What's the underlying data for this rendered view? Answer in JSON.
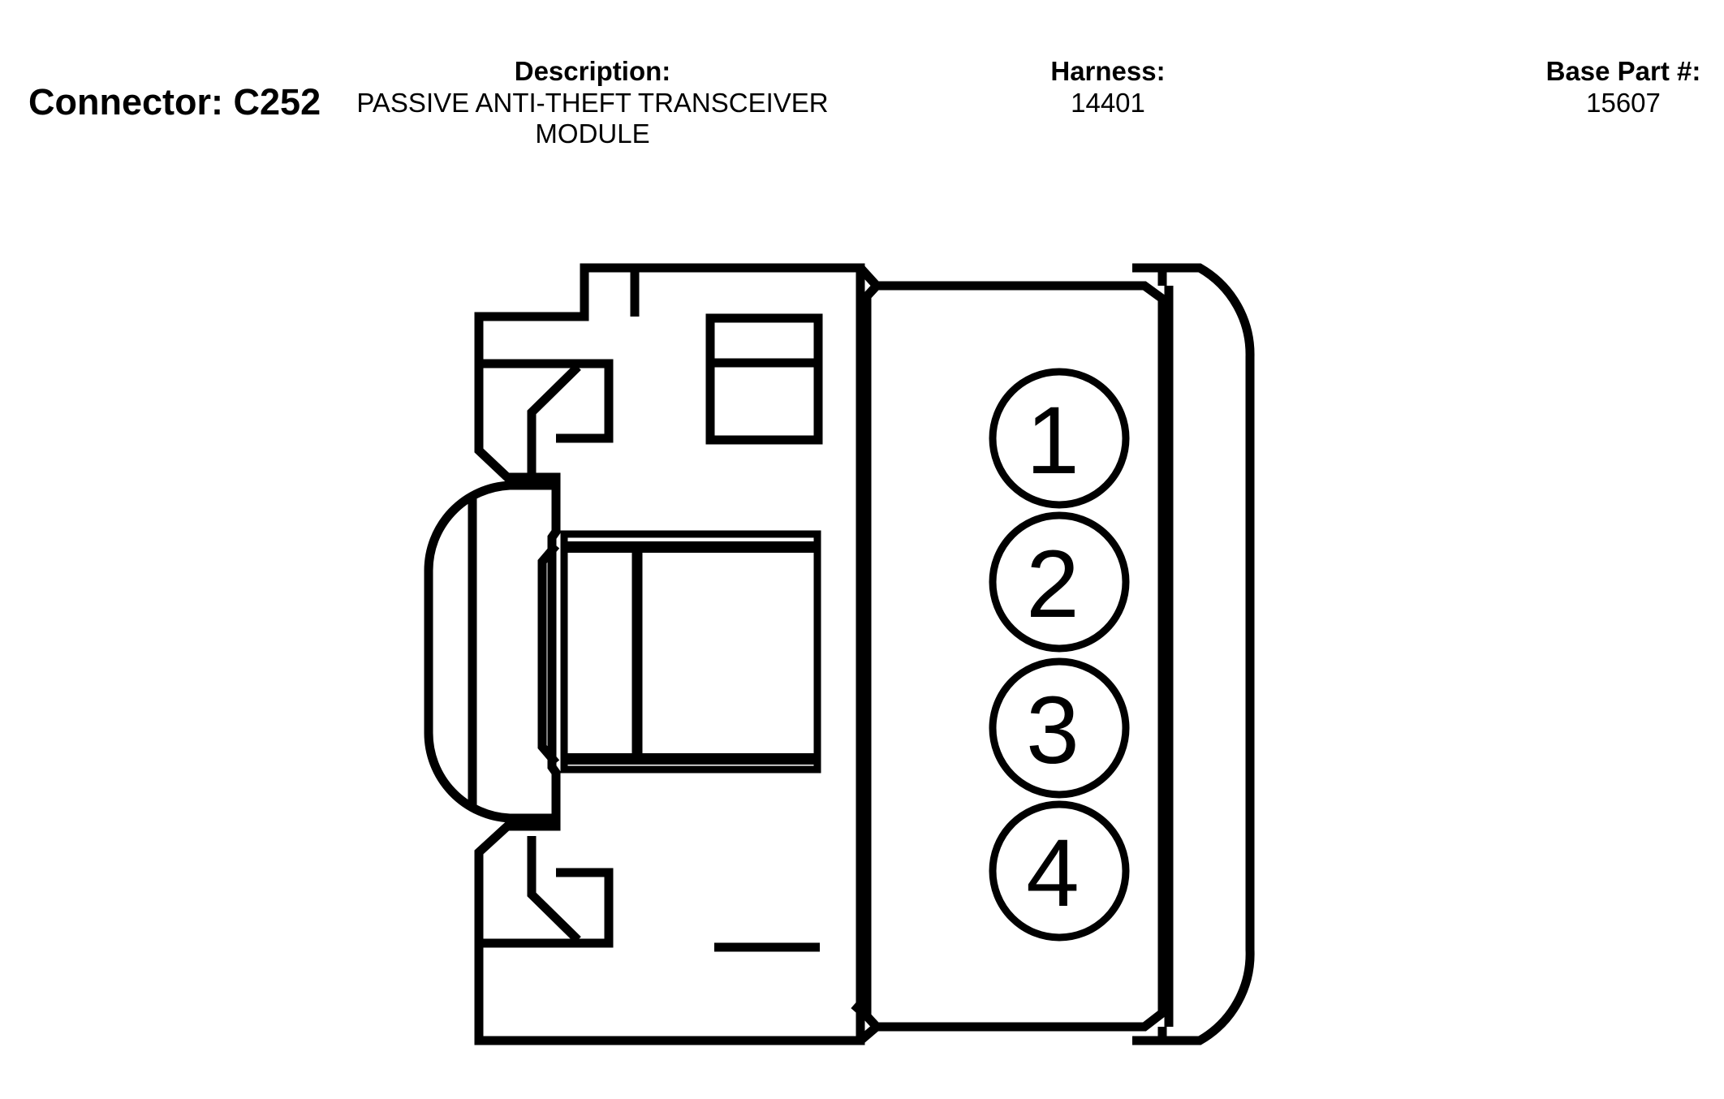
{
  "connector": {
    "label": "Connector:",
    "id": "C252"
  },
  "description": {
    "label": "Description:",
    "line1": "PASSIVE ANTI-THEFT TRANSCEIVER",
    "line2": "MODULE"
  },
  "harness": {
    "label": "Harness:",
    "value": "14401"
  },
  "base_part": {
    "label": "Base Part #:",
    "value": "15607"
  },
  "pins": [
    "1",
    "2",
    "3",
    "4"
  ],
  "colors": {
    "ink": "#000000",
    "paper": "#ffffff"
  }
}
